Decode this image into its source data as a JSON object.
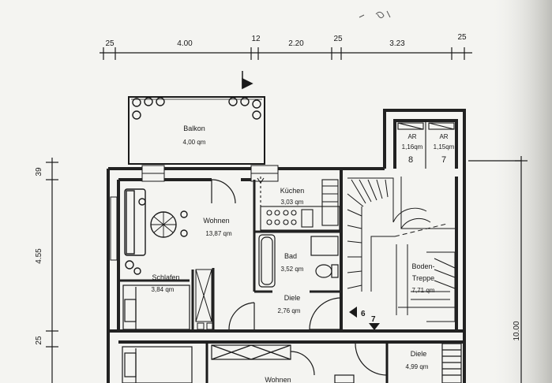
{
  "dimensions": {
    "top": [
      "25",
      "4.00",
      "12",
      "2.20",
      "25",
      "3.23",
      "25"
    ],
    "left": [
      "39",
      "4.55",
      "25"
    ],
    "right": [
      "10.00"
    ]
  },
  "rooms": {
    "balkon": {
      "name": "Balkon",
      "area": "4,00 qm"
    },
    "kuechen": {
      "name": "Küchen",
      "area": "3,03 qm"
    },
    "wohnen": {
      "name": "Wohnen",
      "area": "13,87 qm"
    },
    "bad": {
      "name": "Bad",
      "area": "3,52 qm"
    },
    "schlafen": {
      "name": "Schlafen",
      "area": "3,84 qm"
    },
    "diele": {
      "name": "Diele",
      "area": "2,76 qm"
    },
    "boden_treppe": {
      "name": "Boden-\nTreppe",
      "area": "7,71 qm"
    },
    "diele_lower": {
      "name": "Diele",
      "area": "4,99 qm"
    },
    "wohnen_lower": {
      "name": "Wohnen"
    }
  },
  "storage": {
    "ar_left": {
      "label": "AR",
      "area": "1,16qm",
      "number": "8"
    },
    "ar_right": {
      "label": "AR",
      "area": "1,15qm",
      "number": "7"
    }
  },
  "markers": {
    "section_a": "6",
    "section_b": "7"
  },
  "colors": {
    "ink": "#1a1a1a",
    "paper": "#f4f4f1",
    "wall": "#222222"
  }
}
